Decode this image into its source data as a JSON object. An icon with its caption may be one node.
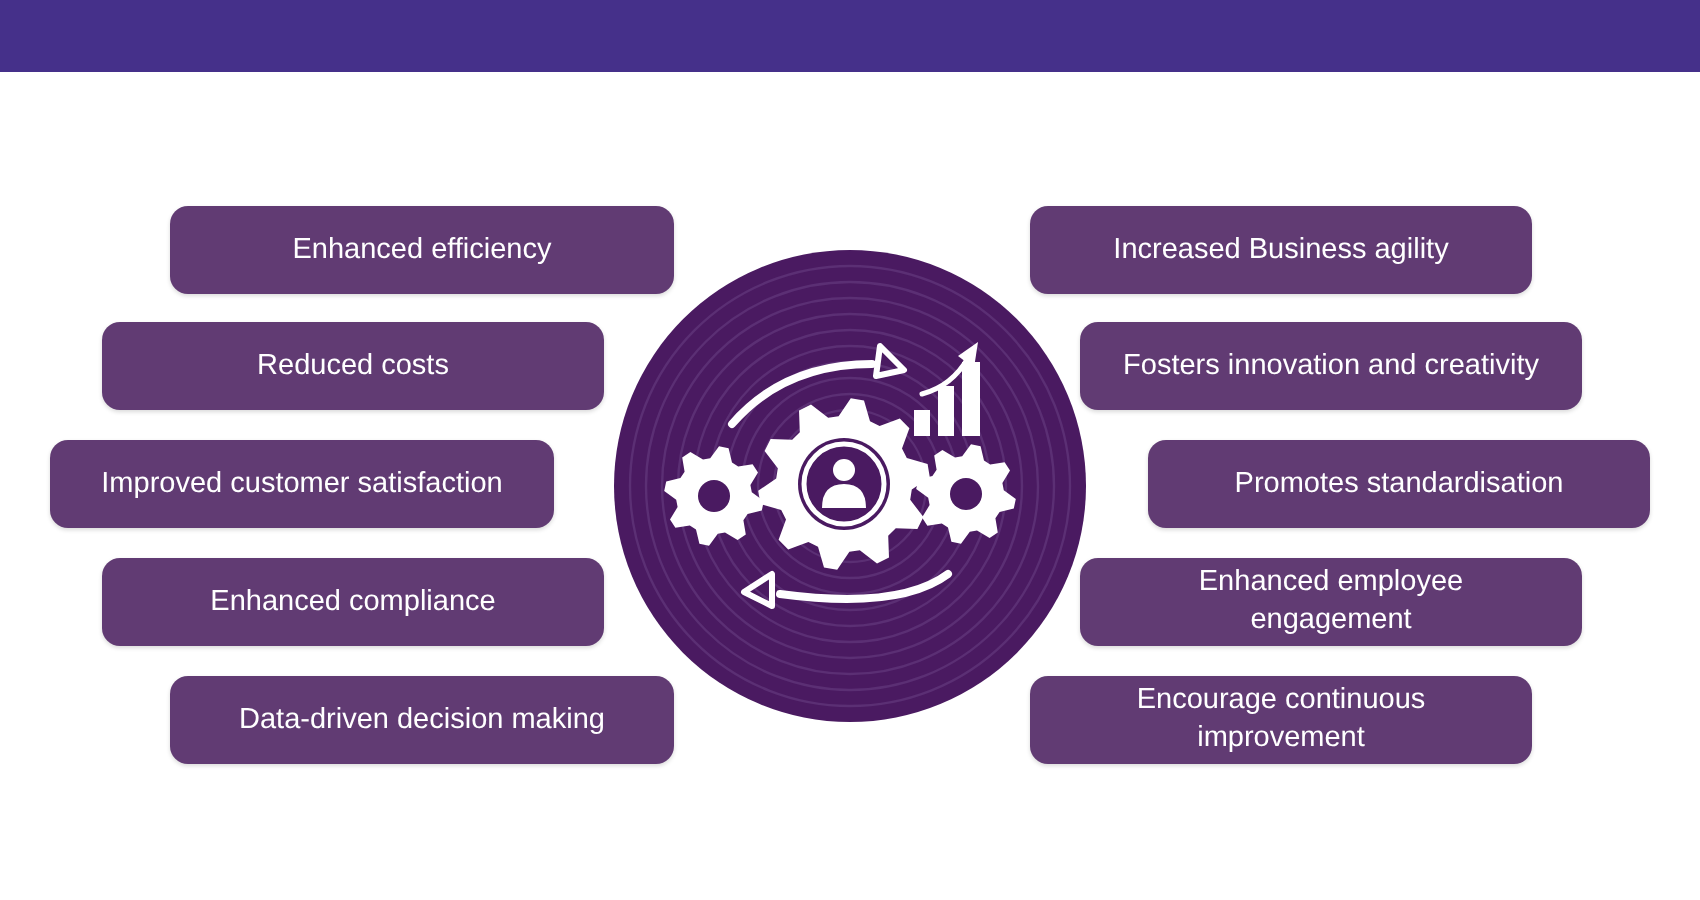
{
  "diagram": {
    "nodes": [
      {
        "text": [
          "Enhanced efficiency"
        ]
      },
      {
        "text": [
          "Increased Business agility"
        ]
      },
      {
        "text": [
          "Reduced costs"
        ]
      },
      {
        "text": [
          "Fosters innovation and creativity"
        ]
      },
      {
        "text": [
          "Improved customer satisfaction"
        ]
      },
      {
        "text": [
          "Promotes standardisation"
        ]
      },
      {
        "text": [
          "Enhanced compliance"
        ]
      },
      {
        "text": [
          "Enhanced employee engagement"
        ]
      },
      {
        "text": [
          "Data-driven decision making"
        ]
      },
      {
        "text": [
          "Encourage continuous improvement"
        ]
      }
    ]
  }
}
